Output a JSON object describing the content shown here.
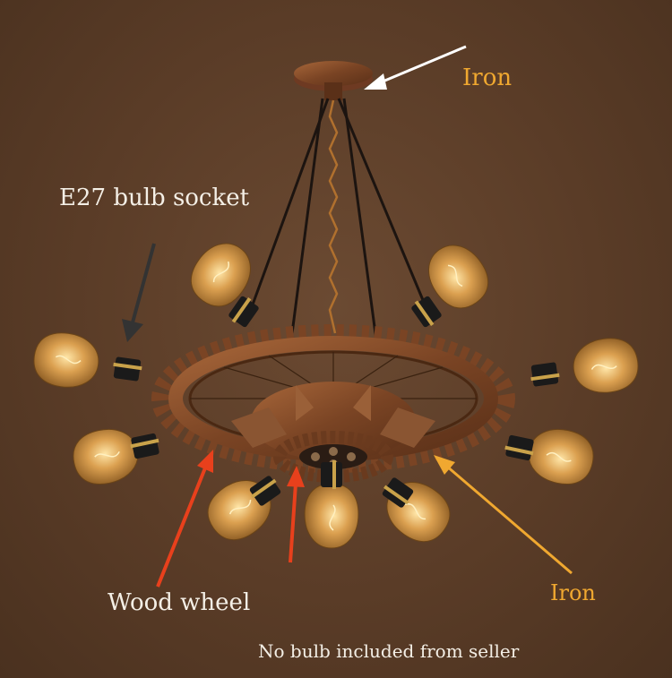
{
  "labels": {
    "iron_top": "Iron",
    "bulb_socket": "E27 bulb socket",
    "iron_right": "Iron",
    "wood_wheel": "Wood wheel",
    "note": "No bulb included from seller"
  },
  "colors": {
    "background": "#5a3c27",
    "iron_label": "#f0a830",
    "white_label": "#f4efe6",
    "arrow_white": "#ffffff",
    "arrow_dark": "#333333",
    "arrow_red": "#e8401c",
    "arrow_orange": "#f0a830",
    "rust": "#8a4f2a",
    "bulb_amber": "#d89a48"
  }
}
